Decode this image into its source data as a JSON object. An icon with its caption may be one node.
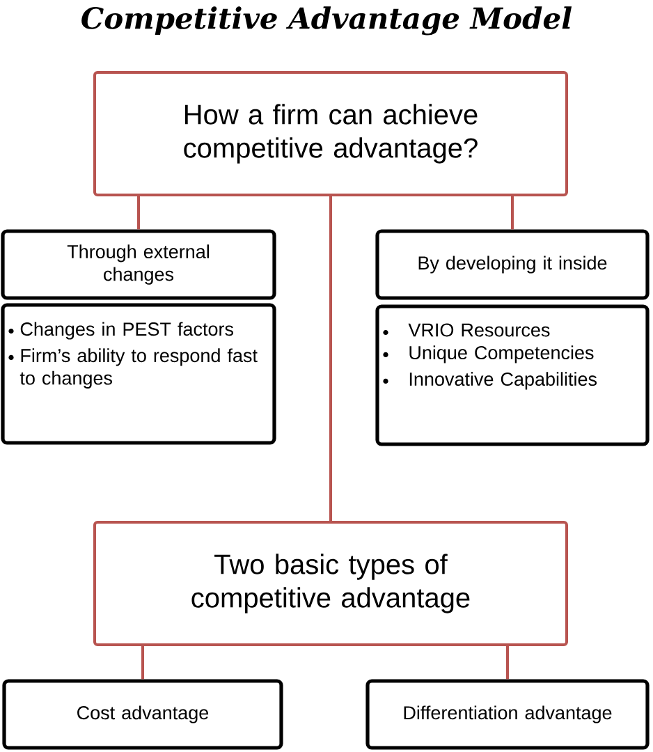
{
  "diagram": {
    "title": "Competitive Advantage Model",
    "nodes": [
      {
        "text": [
          "How a firm can achieve competitive advantage?"
        ]
      },
      {
        "text": [
          "Through external changes"
        ]
      },
      {
        "text": [
          "Changes in PEST factors",
          "Firm’s ability to respond fast to changes"
        ]
      },
      {
        "text": [
          "By developing it inside"
        ]
      },
      {
        "text": [
          "VRIO Resources",
          "Unique Competencies",
          "Innovative Capabilities"
        ]
      },
      {
        "text": [
          "Two basic types of competitive advantage"
        ]
      },
      {
        "text": [
          "Cost advantage"
        ]
      },
      {
        "text": [
          "Differentiation advantage"
        ]
      }
    ],
    "edges": [
      {
        "from": 0,
        "to": 1,
        "arrow": "none"
      },
      {
        "from": 0,
        "to": 3,
        "arrow": "none"
      },
      {
        "from": 0,
        "to": 5,
        "arrow": "none"
      },
      {
        "from": 5,
        "to": 6,
        "arrow": "none"
      },
      {
        "from": 5,
        "to": 7,
        "arrow": "none"
      }
    ]
  }
}
